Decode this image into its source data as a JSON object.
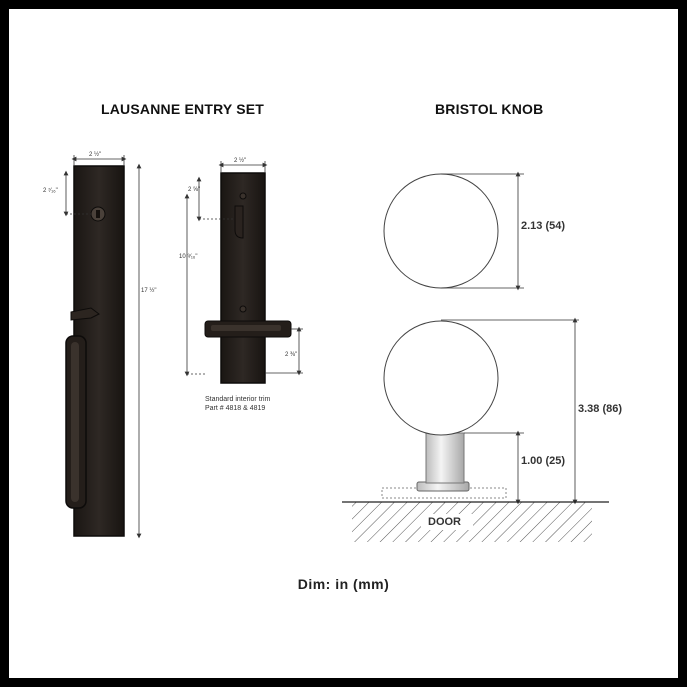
{
  "left_title": "LAUSANNE ENTRY SET",
  "right_title": "BRISTOL KNOB",
  "exterior": {
    "width_label": "2 ½\"",
    "cylinder_offset_label": "2 ⁷⁄₁₆\"",
    "height_label": "17 ½\""
  },
  "interior": {
    "width_label": "2 ½\"",
    "thumbturn_offset_label": "2 ⅝\"",
    "center_label": "10 ⁹⁄₁₆\"",
    "lever_offset_label": "2 ⅜\"",
    "caption_line1": "Standard interior trim",
    "caption_line2": "Part # 4818 & 4819"
  },
  "knob": {
    "diameter_label": "2.13 (54)",
    "projection_label": "3.38 (86)",
    "rose_label": "1.00 (25)",
    "door_label": "DOOR"
  },
  "units_note": "Dim: in (mm)"
}
